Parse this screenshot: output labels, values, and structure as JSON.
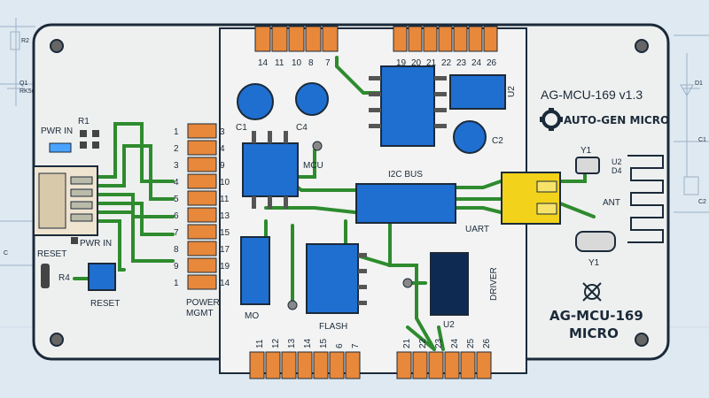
{
  "board": {
    "title": "AG-MCU-169 v1.3",
    "brand": "AUTO-GEN MICRO",
    "name_line1": "AG-MCU-169",
    "name_line2": "MICRO"
  },
  "labels": {
    "pwr_in_top": "PWR IN",
    "pwr_in_bottom": "PWR IN",
    "r1": "R1",
    "r4": "R4",
    "reset_left": "RESET",
    "reset_bottom": "RESET",
    "power_mgmt_1": "POWER",
    "power_mgmt_2": "MGMT",
    "c1": "C1",
    "c4": "C4",
    "c2": "C2",
    "mcu": "MCU",
    "i2c": "I2C BUS",
    "uart": "UART",
    "flash": "FLASH",
    "mo": "MO",
    "driver": "DRIVER",
    "u2_top": "U2",
    "u2_driver": "U2",
    "u2_right": "U2",
    "d4": "D4",
    "y1_top": "Y1",
    "y1_bottom": "Y1",
    "ant": "ANT"
  },
  "left_header_pins": {
    "col1": [
      "1",
      "2",
      "3",
      "4",
      "5",
      "6",
      "7",
      "8",
      "9",
      "1"
    ],
    "col2": [
      "3",
      "4",
      "9",
      "10",
      "11",
      "13",
      "15",
      "17",
      "19",
      "14"
    ]
  },
  "top_left_header_pins": [
    "14",
    "11",
    "10",
    "8",
    "7"
  ],
  "top_right_header_pins": [
    "19",
    "20",
    "21",
    "22",
    "23",
    "24",
    "26"
  ],
  "bottom_left_header_pins": [
    "11",
    "12",
    "13",
    "14",
    "15",
    "6",
    "7"
  ],
  "bottom_right_header_pins": [
    "21",
    "22",
    "23",
    "24",
    "25",
    "26"
  ],
  "background_schematic": {
    "left_labels": [
      "R2",
      "Q1",
      "RK5(",
      "C"
    ],
    "right_labels": [
      "D1",
      "C1",
      "C2"
    ]
  },
  "colors": {
    "board": "#eef0ef",
    "pcb_outline": "#1b2a3a",
    "trace": "#2e8b2e",
    "chip_blue": "#1f6fd0",
    "header_orange": "#e8883a",
    "connector_yellow": "#f2d21a"
  }
}
